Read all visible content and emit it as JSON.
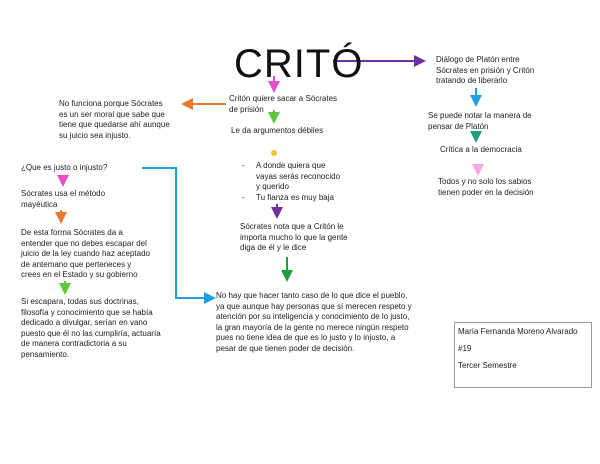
{
  "title": "CRITÓ",
  "nodes": {
    "dialogo": "Diálogo de Platón entre\nSócrates en prisión y Critón\ntratando de liberarlo",
    "criton_quiere": "Critón quiere sacar a Sócrates\nde prisión",
    "no_funciona": "No funciona porque Sócrates\nes un ser moral que sabe que\ntiene que quedarse ahí aunque\nsu juicio sea injusto.",
    "argumentos": "Le da argumentos débiles",
    "razones": [
      "A donde quiera que\nvayas serás reconocido\ny querido",
      "Tu fianza es muy baja"
    ],
    "socrates_nota": "Sócrates nota que a Critón le\nimporta mucho lo que la gente\ndiga de él y le dice",
    "respuesta": "No hay que hacer tanto caso de lo que dice el pueblo,\nya que aunque hay personas que sí merecen respeto y\natención por su inteligencia y conocimiento de lo justo,\nla gran mayoría de la gente no merece ningún respeto\npues no tiene idea de que es lo justo y lo injusto, a\npesar de que tienen poder de decisión.",
    "que_es_justo": "¿Que es justo o injusto?",
    "metodo": "Sócrates usa el método\nmayéutica",
    "forma": "De esta forma Sócrates da a\nentender que no debes escapar del\njuicio de la ley cuando haz aceptado\nde antemano que perteneces y\ncrees en el Estado y su gobierno",
    "escapara": "Si escapara, todas sus doctrinas,\nfilosofía y conocimiento que se había\ndedicado a divulgar, serían en vano\npuesto que él no las cumpliría, actuaría\nde manera contradictoria a su\npensamiento.",
    "notar": "Se puede notar la manera de\npensar de Platón",
    "critica": "Crítica a la democracia",
    "todos": "Todos y no solo los sabios\ntienen poder en la decisión"
  },
  "author": {
    "name": "María Fernanda Moreno Alvarado",
    "number": "#19",
    "semester": "Tercer Semestre"
  },
  "colors": {
    "purple": "#7030a0",
    "pink": "#e84fc7",
    "green": "#5ec83c",
    "orange": "#e67a2e",
    "blue": "#1ea1e0",
    "yellow": "#f2c12e",
    "dark_green": "#1e9e3c",
    "teal": "#1f9e7f",
    "light_pink": "#f7a8e0"
  }
}
